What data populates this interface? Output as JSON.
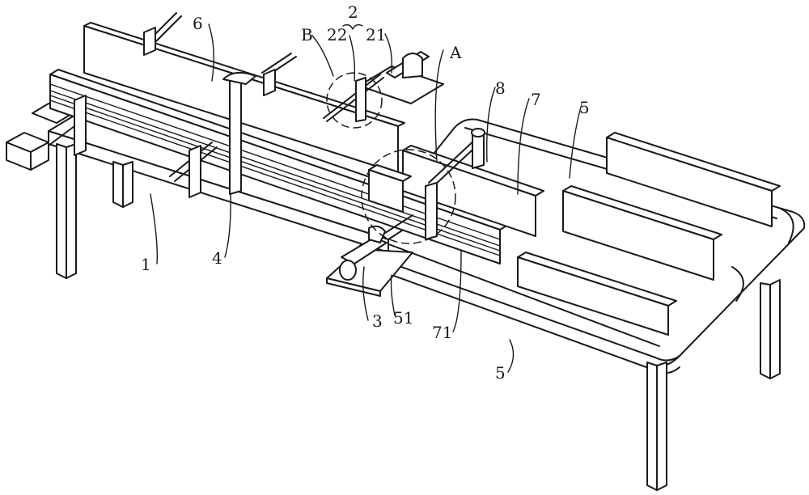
{
  "figure": {
    "type": "patent-perspective-drawing",
    "subject": "conveyor table apparatus"
  },
  "labels": {
    "l1": "1",
    "l2": "2",
    "l21": "21",
    "l22": "22",
    "l3": "3",
    "l4": "4",
    "l5a": "5",
    "l5b": "5",
    "l51": "51",
    "l6": "6",
    "l7": "7",
    "l71": "71",
    "l8": "8",
    "lA": "A",
    "lB": "B"
  },
  "colors": {
    "line": "#1a1a1a",
    "background": "#ffffff"
  }
}
